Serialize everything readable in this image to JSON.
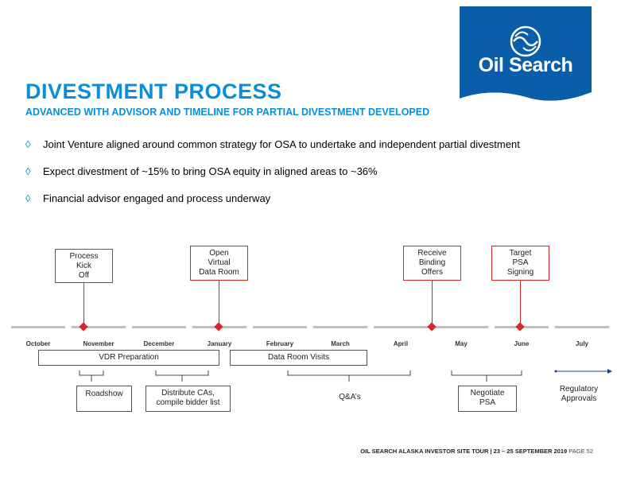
{
  "header": {
    "title": "DIVESTMENT PROCESS",
    "subtitle": "ADVANCED WITH ADVISOR AND TIMELINE FOR PARTIAL DIVESTMENT DEVELOPED"
  },
  "logo": {
    "text": "Oil Search",
    "background_color": "#0a5da8"
  },
  "bullets": [
    "Joint Venture aligned around common strategy for OSA to undertake and independent partial divestment",
    "Expect divestment of ~15% to bring OSA equity in aligned areas to ~36%",
    "Financial advisor engaged and process underway"
  ],
  "bullet_symbol": "◊",
  "timeline": {
    "months": [
      "October",
      "November",
      "December",
      "January",
      "February",
      "March",
      "April",
      "May",
      "June",
      "July"
    ],
    "milestones": [
      {
        "lines": [
          "Process",
          "Kick",
          "Off"
        ]
      },
      {
        "lines": [
          "Open",
          "Virtual",
          "Data Room"
        ]
      },
      {
        "lines": [
          "Receive",
          "Binding",
          "Offers"
        ]
      },
      {
        "lines": [
          "Target",
          "PSA",
          "Signing"
        ]
      }
    ],
    "bars": [
      {
        "label": "VDR Preparation"
      },
      {
        "label": "Data Room Visits"
      }
    ],
    "tasks": [
      {
        "lines": [
          "Roadshow"
        ]
      },
      {
        "lines": [
          "Distribute CAs,",
          "compile bidder list"
        ]
      },
      {
        "lines": [
          "Q&A’s"
        ]
      },
      {
        "lines": [
          "Negotiate",
          "PSA"
        ]
      },
      {
        "lines": [
          "Regulatory",
          "Approvals"
        ]
      }
    ],
    "accent_color": "#d9262a"
  },
  "footer": {
    "event": "OIL SEARCH ALASKA INVESTOR SITE TOUR | 23 – 25 SEPTEMBER 2019",
    "page": "PAGE 52"
  }
}
